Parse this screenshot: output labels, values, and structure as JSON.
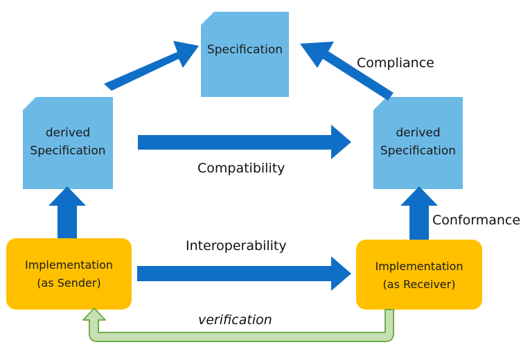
{
  "colors": {
    "spec_fill": "#6CB9E6",
    "impl_fill": "#FFC000",
    "arrow_blue": "#0F6FC6",
    "verify_fill": "#C6E0B4",
    "verify_stroke": "#70AD47"
  },
  "nodes": {
    "top_spec": "Specification",
    "left_spec_line1": "derived",
    "left_spec_line2": "Specification",
    "right_spec_line1": "derived",
    "right_spec_line2": "Specification",
    "sender_line1": "Implementation",
    "sender_line2": "(as Sender)",
    "receiver_line1": "Implementation",
    "receiver_line2": "(as Receiver)"
  },
  "edges": {
    "compliance": "Compliance",
    "compatibility": "Compatibility",
    "conformance": "Conformance",
    "interoperability": "Interoperability",
    "verification": "verification"
  }
}
